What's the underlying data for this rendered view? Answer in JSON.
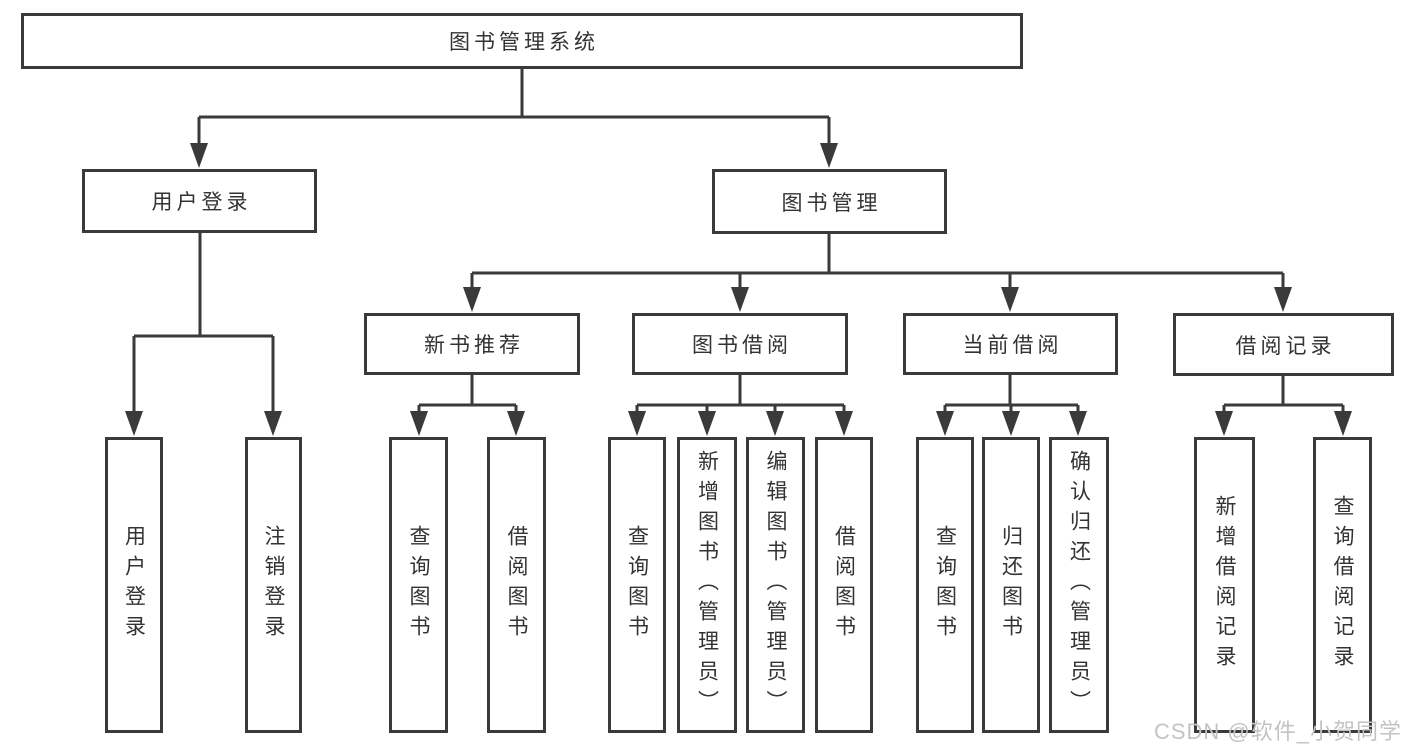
{
  "tree": {
    "label": "图书管理系统",
    "children": [
      {
        "label": "用户登录",
        "children": [
          {
            "label": "用户登录"
          },
          {
            "label": "注销登录"
          }
        ]
      },
      {
        "label": "图书管理",
        "children": [
          {
            "label": "新书推荐",
            "children": [
              {
                "label": "查询图书"
              },
              {
                "label": "借阅图书"
              }
            ]
          },
          {
            "label": "图书借阅",
            "children": [
              {
                "label": "查询图书"
              },
              {
                "label": "新增图书（管理员）"
              },
              {
                "label": "编辑图书（管理员）"
              },
              {
                "label": "借阅图书"
              }
            ]
          },
          {
            "label": "当前借阅",
            "children": [
              {
                "label": "查询图书"
              },
              {
                "label": "归还图书"
              },
              {
                "label": "确认归还（管理员）"
              }
            ]
          },
          {
            "label": "借阅记录",
            "children": [
              {
                "label": "新增借阅记录"
              },
              {
                "label": "查询借阅记录"
              }
            ]
          }
        ]
      }
    ]
  },
  "watermark": {
    "text": "CSDN @软件_小贺同学"
  },
  "colors": {
    "line": "#3a3a3a",
    "text": "#333333",
    "watermark": "#c3c3c3",
    "background": "#ffffff"
  }
}
